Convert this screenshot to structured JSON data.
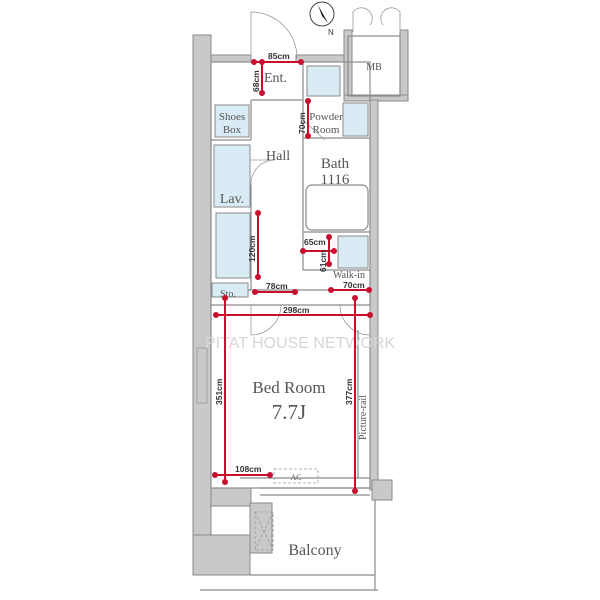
{
  "rooms": {
    "entrance": "Ent.",
    "shoes_box_1": "Shoes",
    "shoes_box_2": "Box",
    "hall": "Hall",
    "powder_room_1": "Powder",
    "powder_room_2": "Room",
    "bath": "Bath",
    "bath_size": "1116",
    "lavatory": "Lav.",
    "walk_in": "Walk-in",
    "storage": "Sto.",
    "bedroom": "Bed Room",
    "bedroom_size": "7.7J",
    "picture_rail": "Picture-rail",
    "ac": "AC",
    "balcony": "Balcony",
    "meter_box": "MB"
  },
  "compass": {
    "north_label": "N"
  },
  "dimensions": {
    "ent_width": "85cm",
    "ent_depth": "68cm",
    "powder_depth": "70cm",
    "hall_length": "120cm",
    "walkin_width": "65cm",
    "walkin_depth": "61cm",
    "hall_door_width": "78cm",
    "walkin_door_width": "70cm",
    "bedroom_width": "298cm",
    "bedroom_left_depth": "351cm",
    "bedroom_right_depth": "377cm",
    "bedroom_nook_width": "108cm"
  },
  "watermark": "PITAT HOUSE NETWORK",
  "colors": {
    "dimension": "#c8102e",
    "fixture": "#d9ecf5",
    "wall": "#c9c9c9"
  }
}
